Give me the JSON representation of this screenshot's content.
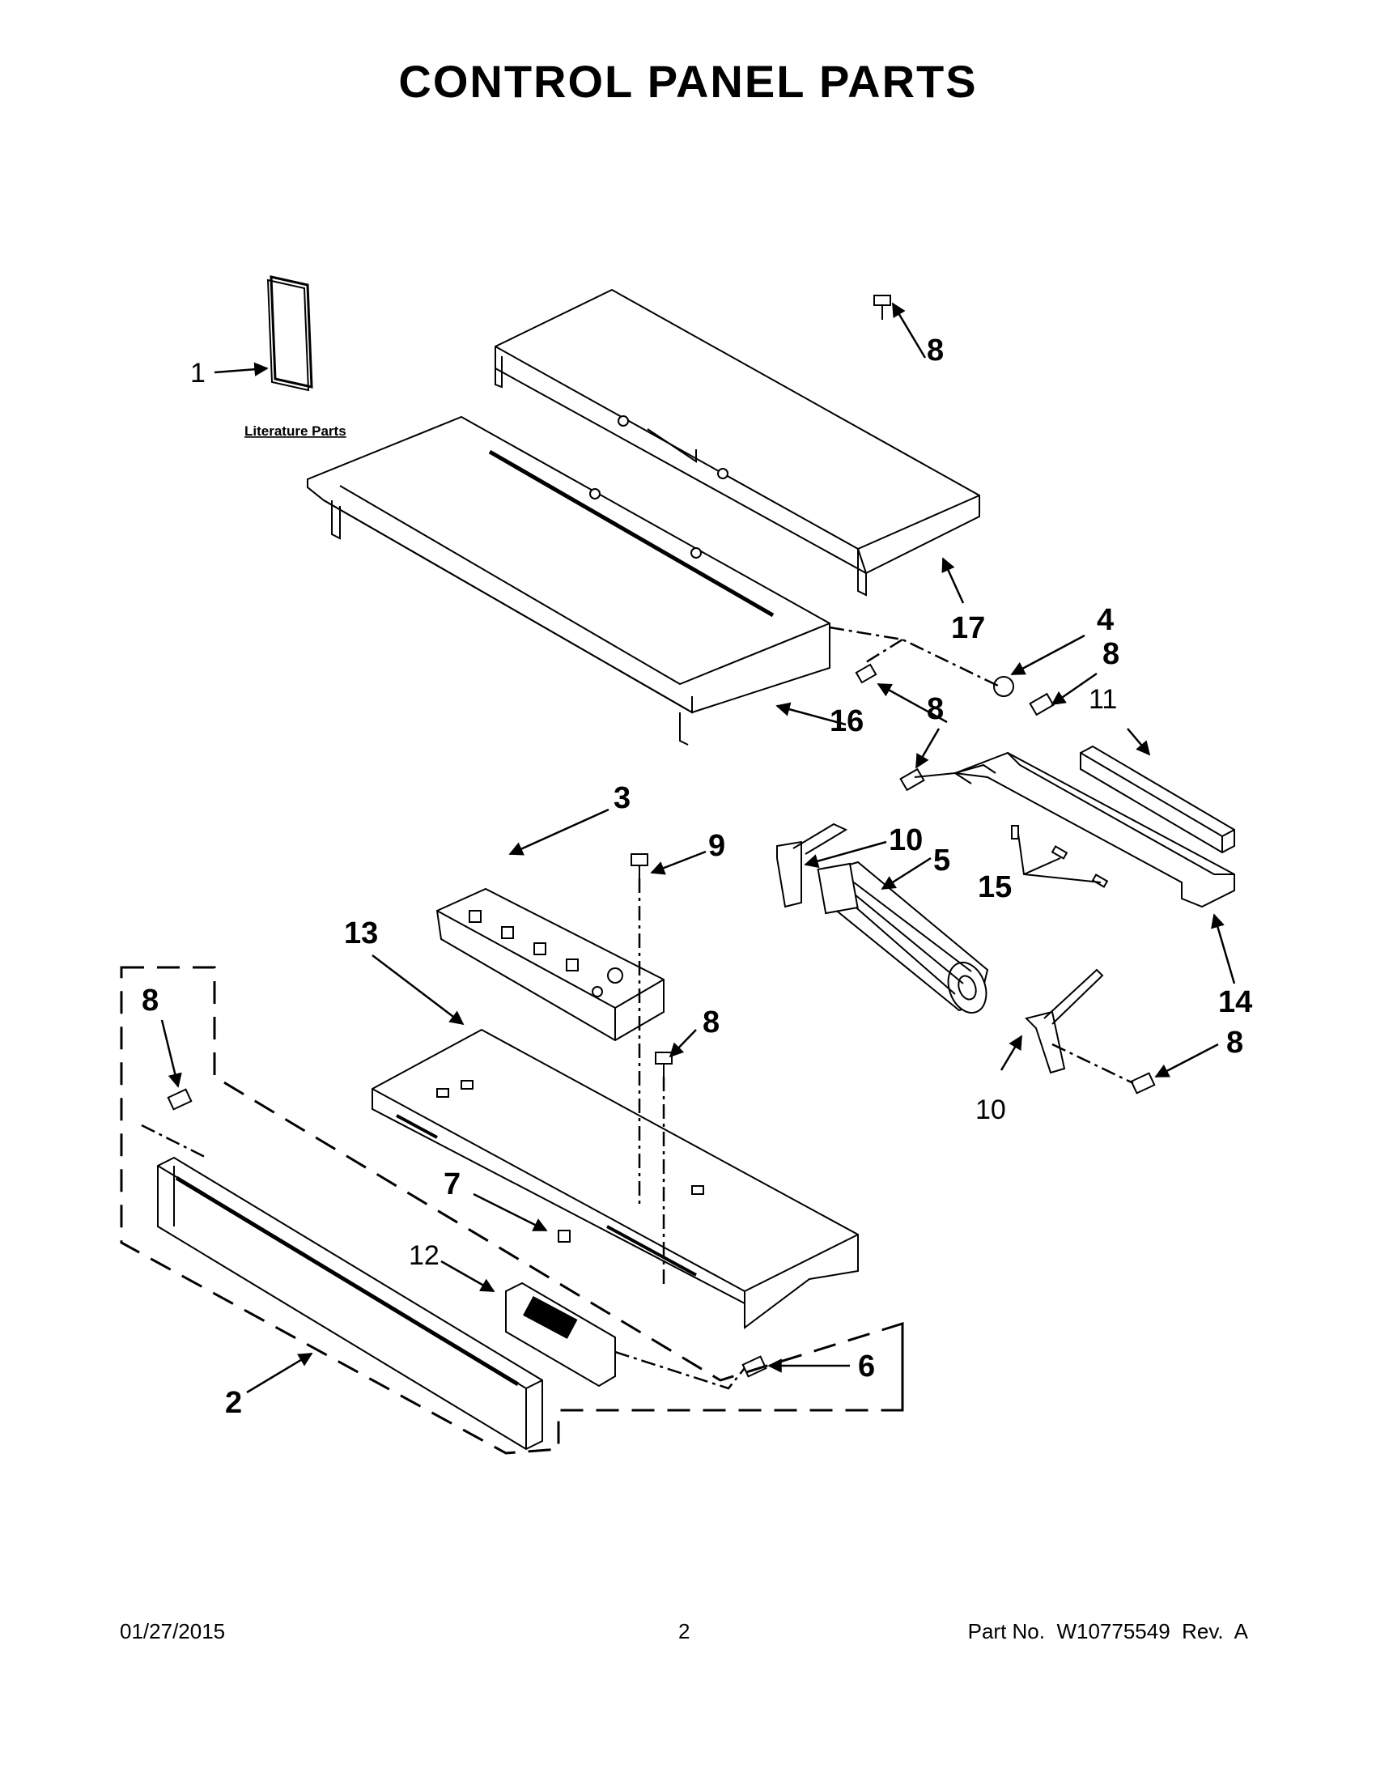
{
  "title": "CONTROL PANEL PARTS",
  "literature_label": "Literature Parts",
  "callouts": {
    "c1": "1",
    "c2": "2",
    "c3": "3",
    "c4": "4",
    "c5": "5",
    "c6": "6",
    "c7": "7",
    "c8": "8",
    "c9": "9",
    "c10": "10",
    "c11": "11",
    "c12": "12",
    "c13": "13",
    "c14": "14",
    "c15": "15",
    "c16": "16",
    "c17": "17"
  },
  "footer": {
    "date": "01/27/2015",
    "page": "2",
    "part": "Part No.  W10775549  Rev.  A"
  }
}
